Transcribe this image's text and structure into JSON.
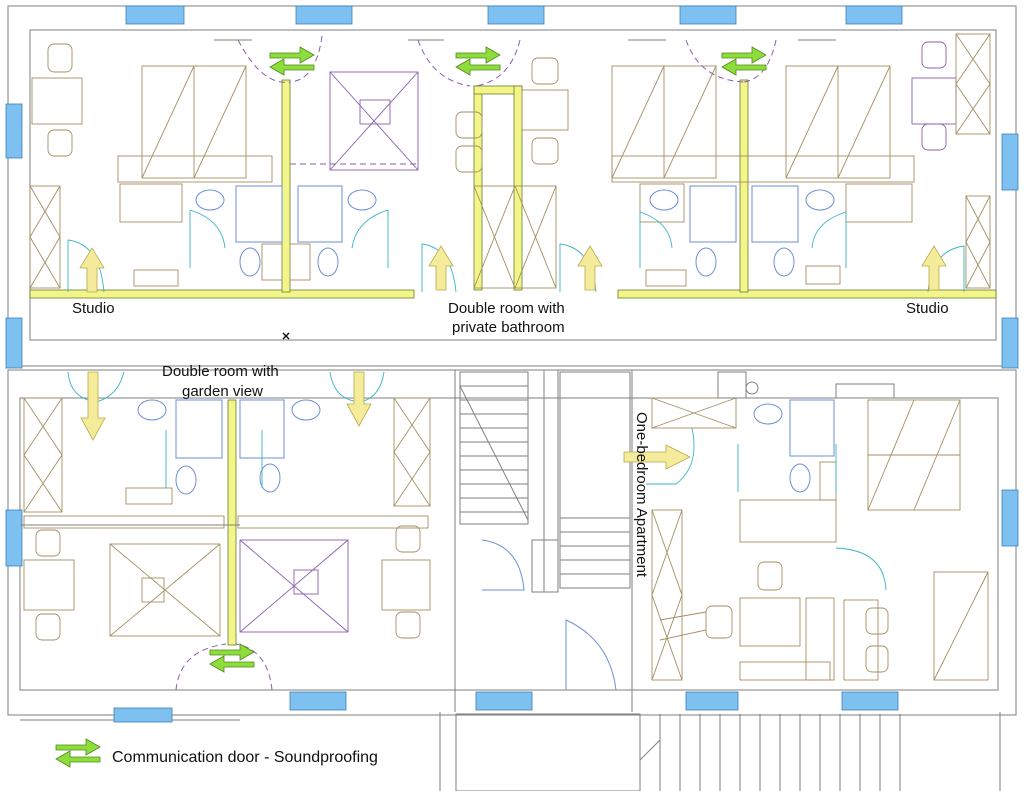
{
  "rooms": {
    "studio_left": "Studio",
    "studio_right": "Studio",
    "double_private_line1": "Double room with",
    "double_private_line2": "private bathroom",
    "double_garden_line1": "Double room with",
    "double_garden_line2": "garden view",
    "one_bedroom": "One-bedroom Apartment"
  },
  "legend": {
    "communication_door": "Communication door - Soundproofing"
  },
  "colors": {
    "soundproof_wall": "#f2f58a",
    "window": "#7ec1f0",
    "entry_arrow": "#f5ec9b",
    "communication_arrow": "#8fdc3d",
    "furniture": "#a38f63",
    "bathroom_fixtures": "#6f8fd8",
    "doors": "#3ab4c4",
    "beds": "#8a5fb0"
  }
}
